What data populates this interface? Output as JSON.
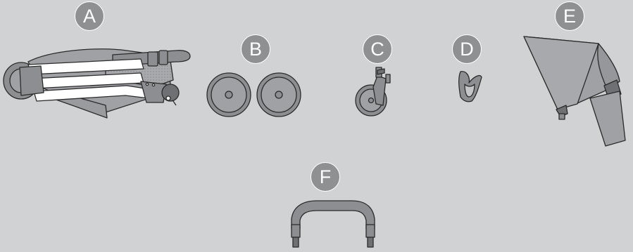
{
  "labels": {
    "a": "A",
    "b": "B",
    "c": "C",
    "d": "D",
    "e": "E",
    "f": "F"
  },
  "colors": {
    "background": "#d1d2d4",
    "badge": "#8f9092",
    "part_fill": "#a0a1a4",
    "part_dark": "#7d7e81",
    "part_light": "#ffffff",
    "outline": "#2b2b2b"
  }
}
